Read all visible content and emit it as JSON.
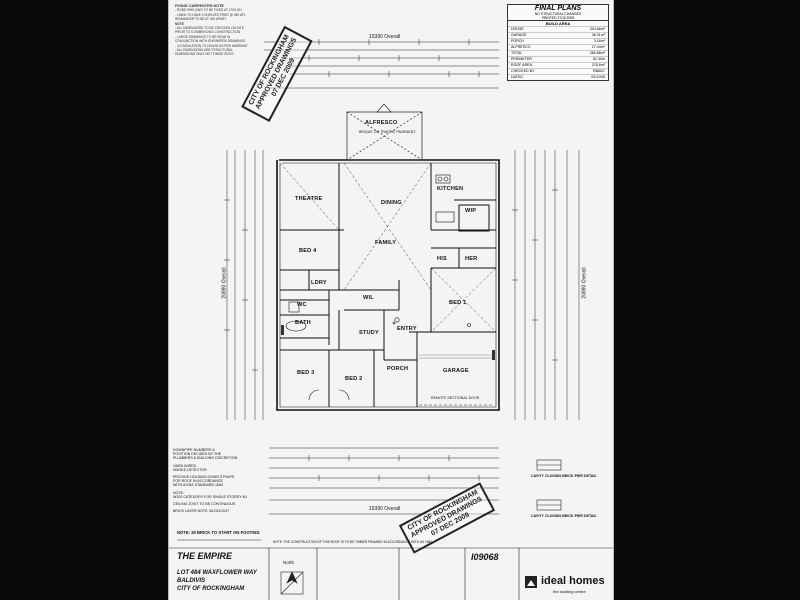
{
  "title_block": {
    "title": "FINAL PLANS",
    "subtitle": "NO STRUCTURAL CHANGES",
    "printed": "PRINTED 27/11/2009",
    "section": "BUILD AREA",
    "rows": [
      {
        "label": "HOUSE",
        "value": "204.66m²"
      },
      {
        "label": "GARAGE",
        "value": "36.31m²"
      },
      {
        "label": "PORCH",
        "value": "3.16m²"
      },
      {
        "label": "ALFRESCO",
        "value": "17.44m²"
      },
      {
        "label": "TOTAL",
        "value": "265.88m²"
      },
      {
        "label": "PERIMETER",
        "value": "82.39m"
      },
      {
        "label": "ROOF AREA",
        "value": "276.6m²"
      },
      {
        "label": "CHECKED BY",
        "value": "RBAIIC"
      },
      {
        "label": "DATED",
        "value": "02/11/08"
      }
    ]
  },
  "notes": {
    "heading": "FIXING CARPENTER NOTE",
    "lines": [
      "- ROBE SHELVING TO BE FIXED AT 1700 AFL",
      "- LINEN TO HAVE 4 SHELVES FIRST @ 450 AFL",
      "  REMAINDER TO BE AT 400 APART",
      "NOTE",
      "- ALL DIMENSIONS TO BE CHECKED ON SITE",
      "  PRIOR TO COMMENCING CONSTRUCTION",
      "- LARGE DRAWINGS TO BE READ IN",
      "  CONJUNCTION WITH ENGINEERS DRAWINGS",
      "- 3.0 INSULATION TO HOUSE AS PER WARRANT",
      "- ALL DIMENSIONS ARE STRUCTURAL",
      "  DIMENSIONS ONLY NOT FINISH SIZES"
    ]
  },
  "stamps": {
    "top": "CITY OF ROCKINGHAM\nAPPROVED DRAWINGS\n07 DEC 2009",
    "bottom": "CITY OF ROCKINGHAM\nAPPROVED DRAWINGS\n07 DEC 2009"
  },
  "dimensions": {
    "top_overall": "15390 Overall",
    "bottom_overall": "15390 Overall",
    "left_overall": "20890 Overall",
    "right_overall": "20890 Overall"
  },
  "rooms": {
    "alfresco": "ALFRESCO",
    "alfresco_note": "BRIQUE OR TRAFFIC PAVEMENT",
    "theatre": "THEATRE",
    "dining": "DINING",
    "kitchen": "KITCHEN",
    "wip": "WIP",
    "bed4": "BED 4",
    "family": "FAMILY",
    "his": "HIS",
    "her": "HER",
    "lory": "LDRY",
    "wil": "WIL",
    "wc": "WC",
    "bath": "BATH",
    "bed1": "BED 1",
    "study": "STUDY",
    "entry": "ENTRY",
    "bed3": "BED 3",
    "bed2": "BED 2",
    "porch": "PORCH",
    "garage": "GARAGE",
    "garage_note": "REMOTE SECTIONAL DOOR"
  },
  "left_notes": [
    "DOWNPIPE NUMBERS &",
    "POSITION DECIDED BY THE",
    "PLUMBERS & BUILDING DISCRETION",
    "HARD WIRED",
    "SMOKE DETECTOR",
    "PROVIDE HOLDING DOWN STRAPS",
    "FOR ROOF IN ACCORDANCE",
    "WITH AS/NZ STANDARD 1684",
    "NOTE:",
    "W100 CATEGORY FOR SINGLE STOREY N1",
    "CEILING JOIST TO BE CONTINUOUS",
    "BRICK LAYER NOTE: BLOCKOUT"
  ],
  "footer": {
    "brick_note": "NOTE: 20 BRICK TO START ON FOOTING",
    "plan_name": "THE EMPIRE",
    "lot": "LOT 484 WAXFLOWER WAY",
    "suburb": "BALDIVIS",
    "council": "CITY OF ROCKINGHAM",
    "north": "North",
    "job_number": "I09068",
    "company": "ideal homes",
    "company_tag": "the building centre",
    "construction_note": "NOTE: THE CONSTRUCTION OF THIS ROOF IS TO BE TIMBER FRAMING IN ACCORDANCE WITH AS 1684",
    "cavity_1": "CAVITY CLOSING BRICK PIER DETAIL",
    "cavity_2": "CAVITY CLOSING BRICK PIER DETAIL"
  }
}
